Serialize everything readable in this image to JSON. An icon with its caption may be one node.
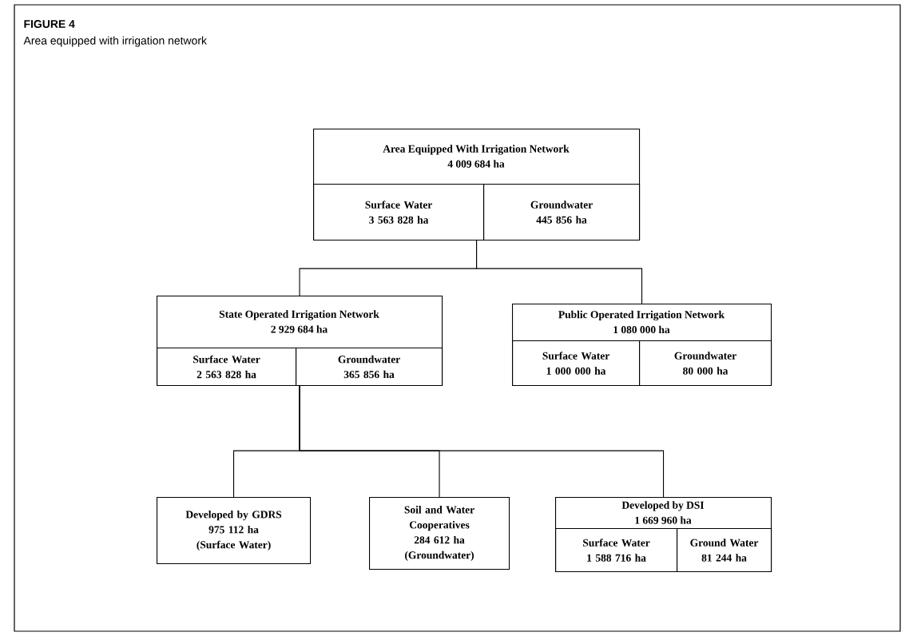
{
  "diagram": {
    "title": "FIGURE 4",
    "caption": "Area equipped with irrigation network",
    "nodes": [
      {
        "text": [
          "Area Equipped With Irrigation Network",
          "4 009 684 ha"
        ]
      },
      {
        "text": [
          "Surface Water",
          "3 563 828 ha"
        ],
        "in": 0
      },
      {
        "text": [
          "Groundwater",
          "445 856 ha"
        ],
        "in": 0
      },
      {
        "text": [
          "State Operated Irrigation Network",
          "2 929 684 ha"
        ]
      },
      {
        "text": [
          "Surface Water",
          "2 563 828 ha"
        ],
        "in": 3
      },
      {
        "text": [
          "Groundwater",
          "365 856 ha"
        ],
        "in": 3
      },
      {
        "text": [
          "Public Operated Irrigation Network",
          "1 080 000 ha"
        ]
      },
      {
        "text": [
          "Surface Water",
          "1 000 000 ha"
        ],
        "in": 6
      },
      {
        "text": [
          "Groundwater",
          "80 000 ha"
        ],
        "in": 6
      },
      {
        "text": [
          "Developed by GDRS",
          "975 112 ha",
          "(Surface Water)"
        ]
      },
      {
        "text": [
          "Soil and Water Cooperatives",
          "284 612 ha",
          "(Groundwater)"
        ]
      },
      {
        "text": [
          "Developed by DSI",
          "1 669 960 ha"
        ]
      },
      {
        "text": [
          "Surface Water",
          "1 588 716 ha"
        ],
        "in": 11
      },
      {
        "text": [
          "Ground Water",
          "81 244 ha"
        ],
        "in": 11
      }
    ],
    "edges": [
      {
        "from": 0,
        "to": 3,
        "arrow": "none"
      },
      {
        "from": 0,
        "to": 6,
        "arrow": "none"
      },
      {
        "from": 3,
        "to": 9,
        "arrow": "none"
      },
      {
        "from": 3,
        "to": 10,
        "arrow": "none"
      },
      {
        "from": 3,
        "to": 11,
        "arrow": "none"
      }
    ]
  }
}
